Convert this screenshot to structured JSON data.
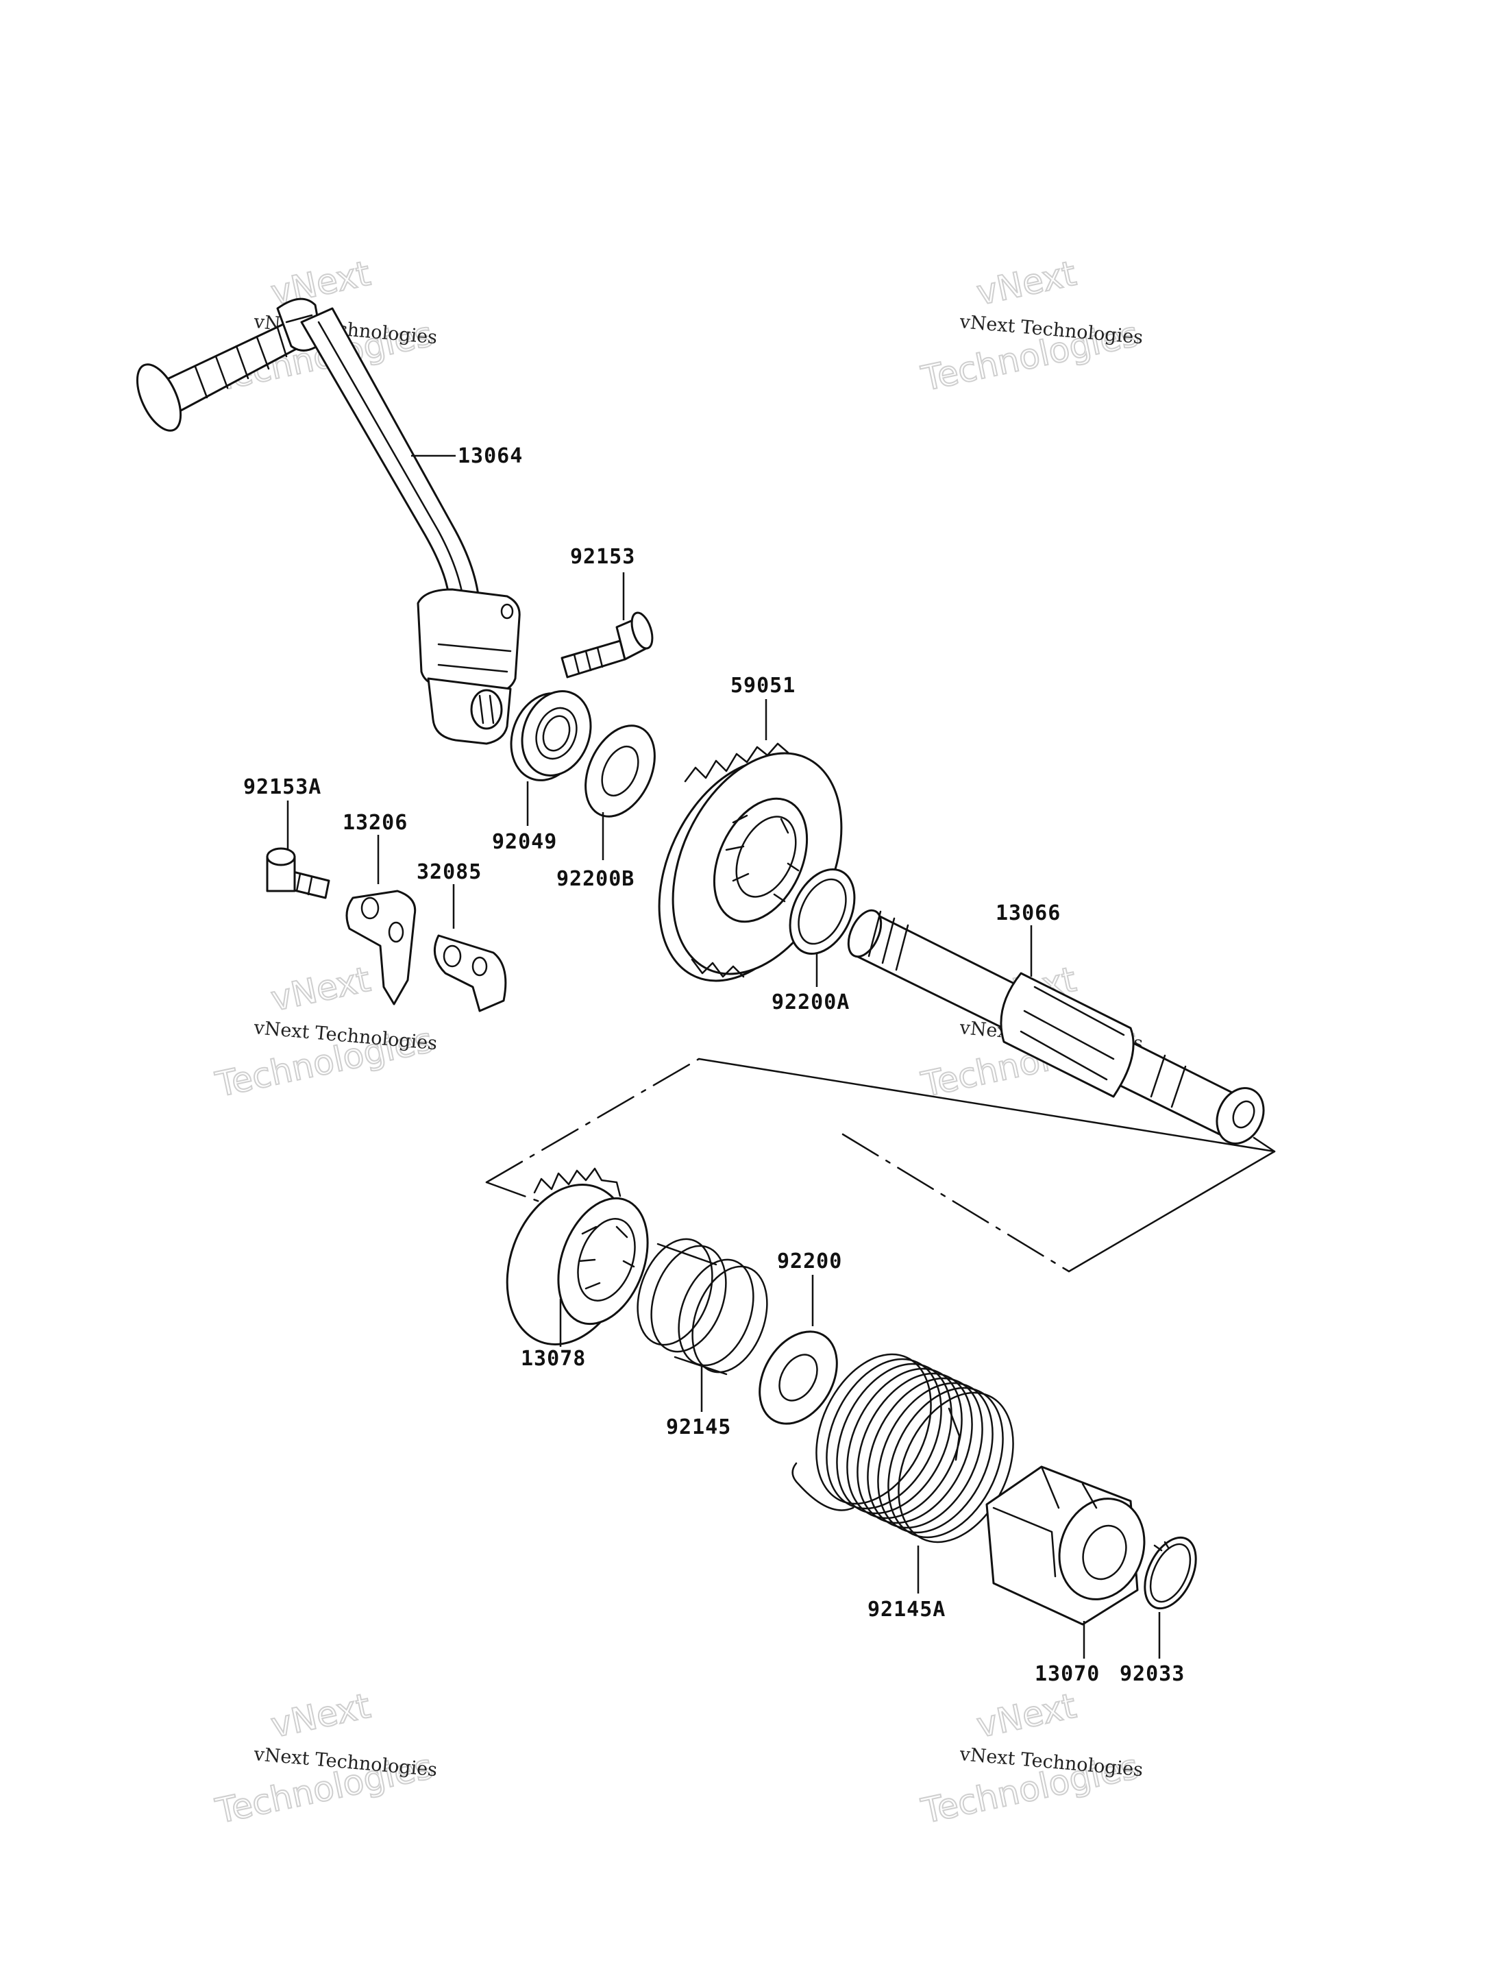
{
  "watermark": {
    "line1": "vNext Technologies",
    "big_top": "vNext",
    "big_bottom": "Technologies"
  },
  "part_labels": {
    "p13064": "13064",
    "p92153": "92153",
    "p59051": "59051",
    "p92153A": "92153A",
    "p13206": "13206",
    "p32085": "32085",
    "p92049": "92049",
    "p92200B": "92200B",
    "p13066": "13066",
    "p92200A": "92200A",
    "p92200": "92200",
    "p13078": "13078",
    "p92145": "92145",
    "p92145A": "92145A",
    "p13070": "13070",
    "p92033": "92033"
  }
}
